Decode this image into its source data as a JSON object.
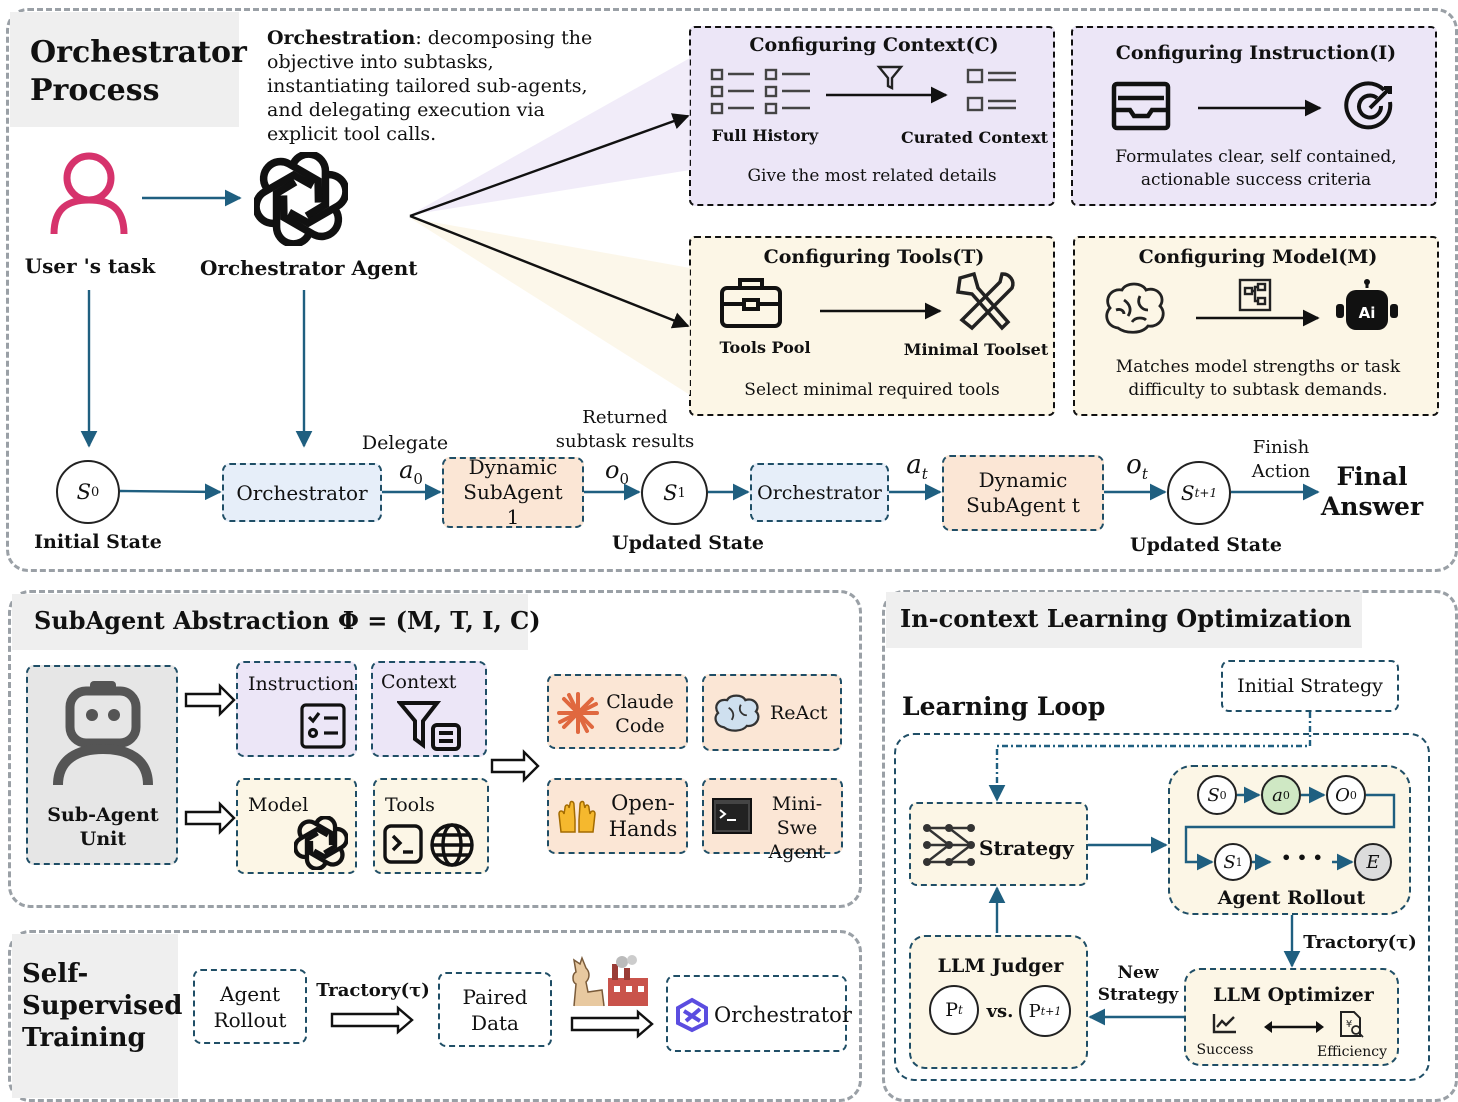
{
  "orchestrator_process": {
    "title": "Orchestrator Process",
    "desc_bold": "Orchestration",
    "desc_rest": ": decomposing the objective into subtasks, instantiating tailored sub-agents, and delegating execution via explicit tool calls.",
    "user_task": "User 's task",
    "orchestrator_agent": "Orchestrator Agent",
    "config_context": {
      "title": "Configuring Context(C)",
      "left": "Full History",
      "right": "Curated Context",
      "caption": "Give the most related details"
    },
    "config_instruction": {
      "title": "Configuring Instruction(I)",
      "caption": "Formulates clear, self contained, actionable success criteria"
    },
    "config_tools": {
      "title": "Configuring Tools(T)",
      "left": "Tools Pool",
      "right": "Minimal Toolset",
      "caption": "Select minimal required tools"
    },
    "config_model": {
      "title": "Configuring Model(M)",
      "caption": "Matches model strengths or task difficulty to subtask demands."
    },
    "flow": {
      "s0": "S0",
      "s1": "S1",
      "st1": "St+1",
      "orchestrator": "Orchestrator",
      "subagent1": "Dynamic SubAgent 1",
      "subagentt": "Dynamic SubAgent t",
      "delegate": "Delegate",
      "a0": "a0",
      "o0": "o0",
      "at": "at",
      "ot": "ot",
      "returned": "Returned subtask results",
      "finish": "Finish Action",
      "final": "Final Answer",
      "initial_state": "Initial State",
      "updated_state": "Updated State"
    }
  },
  "subagent": {
    "title": "SubAgent Abstraction Φ = (M, T, I, C)",
    "unit": "Sub-Agent Unit",
    "instruction": "Instruction",
    "context": "Context",
    "model": "Model",
    "tools": "Tools",
    "examples": [
      "Claude Code",
      "ReAct",
      "Open-Hands",
      "Mini-Swe Agent"
    ]
  },
  "self_supervised": {
    "title": "Self-Supervised Training",
    "rollout": "Agent Rollout",
    "tractory": "Tractory(τ)",
    "paired": "Paired Data",
    "orchestrator": "Orchestrator"
  },
  "icl": {
    "title": "In-context Learning Optimization",
    "loop": "Learning Loop",
    "initial": "Initial Strategy",
    "strategy": "Strategy",
    "rollout": "Agent Rollout",
    "tractory": "Tractory(τ)",
    "judger": "LLM Judger",
    "optimizer": "LLM Optimizer",
    "new_strategy": "New Strategy",
    "success": "Success",
    "efficiency": "Efficiency",
    "vs": "vs.",
    "pt": "Pt",
    "pt1": "Pt+1",
    "rollout_nodes": [
      "S0",
      "a0",
      "O0",
      "S1",
      "E"
    ],
    "ellipsis": "• • •"
  },
  "colors": {
    "arrow": "#1f5f80",
    "lavender": "#ece6f7",
    "cream": "#fcf6e6",
    "peach": "#fbe6d5",
    "blue": "#e6eef9",
    "user_pink": "#d6336c"
  }
}
